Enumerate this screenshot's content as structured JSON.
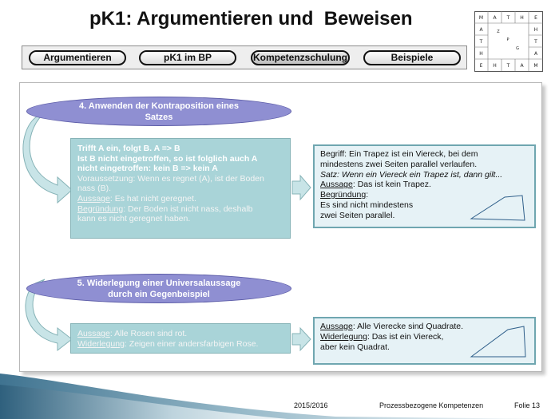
{
  "title": "pK1: Argumentieren und  Beweisen",
  "logo": {
    "row1": [
      "M",
      "A",
      "T",
      "H",
      "E"
    ],
    "left": [
      "A",
      "T",
      "H"
    ],
    "right": [
      "H",
      "T",
      "A"
    ],
    "row5": [
      "E",
      "H",
      "T",
      "A",
      "M"
    ],
    "inner": [
      "Z",
      "P",
      "G"
    ]
  },
  "nav": {
    "items": [
      {
        "label": "Argumentieren",
        "active": false
      },
      {
        "label": "pK1 im BP",
        "active": false
      },
      {
        "label": "Kompetenzschulung",
        "active": true
      },
      {
        "label": "Beispiele",
        "active": false
      }
    ]
  },
  "section4": {
    "title_line1": "4. Anwenden der Kontraposition eines",
    "title_line2": "Satzes",
    "rule_line1": "Trifft A ein, folgt B. A => B",
    "rule_line2": "Ist B nicht eingetroffen, so ist folglich auch A",
    "rule_line3": "nicht eingetroffen: kein B => kein A",
    "premise_line1": "Voraussetzung: Wenn es regnet (A), ist der Boden",
    "premise_line2": "nass (B).",
    "aussage_label": "Aussage",
    "aussage_text": ": Es hat nicht geregnet.",
    "begruendung_label": "Begründung",
    "begruendung_text": ": Der Boden ist nicht nass, deshalb",
    "begruendung_line2": "kann es nicht geregnet haben.",
    "example": {
      "line1": "Begriff: Ein Trapez ist ein Viereck, bei dem",
      "line2": "mindestens zwei Seiten parallel verlaufen.",
      "line3": "Satz: Wenn ein Viereck ein Trapez ist, dann gilt...",
      "aussage_label": "Aussage",
      "aussage_text": ": Das ist kein Trapez.",
      "begruendung_label": "Begründung",
      "begruendung_suffix": ":",
      "line6": "Es sind nicht mindestens",
      "line7": "zwei Seiten parallel."
    }
  },
  "section5": {
    "title_line1": "5. Widerlegung einer Universalaussage",
    "title_line2": "durch ein Gegenbeispiel",
    "aussage_label": "Aussage",
    "aussage_text": ": Alle Rosen sind rot.",
    "widerlegung_label": "Widerlegung",
    "widerlegung_text": ": Zeigen einer andersfarbigen Rose.",
    "example": {
      "aussage_label": "Aussage",
      "aussage_text": ": Alle Vierecke sind Quadrate.",
      "widerlegung_label": "Widerlegung",
      "widerlegung_text": ": Das ist ein Viereck,",
      "line3": "aber kein Quadrat."
    }
  },
  "footer": {
    "year": "2015/2016",
    "topic": "Prozessbezogene Kompetenzen",
    "slide": "Folie 13"
  },
  "colors": {
    "oval": "#8f8fd2",
    "teal": "#a9d4d8",
    "example_bg": "#e6f2f6",
    "example_border": "#6fa6b0",
    "footer_gradient": "#5e8fa6"
  }
}
